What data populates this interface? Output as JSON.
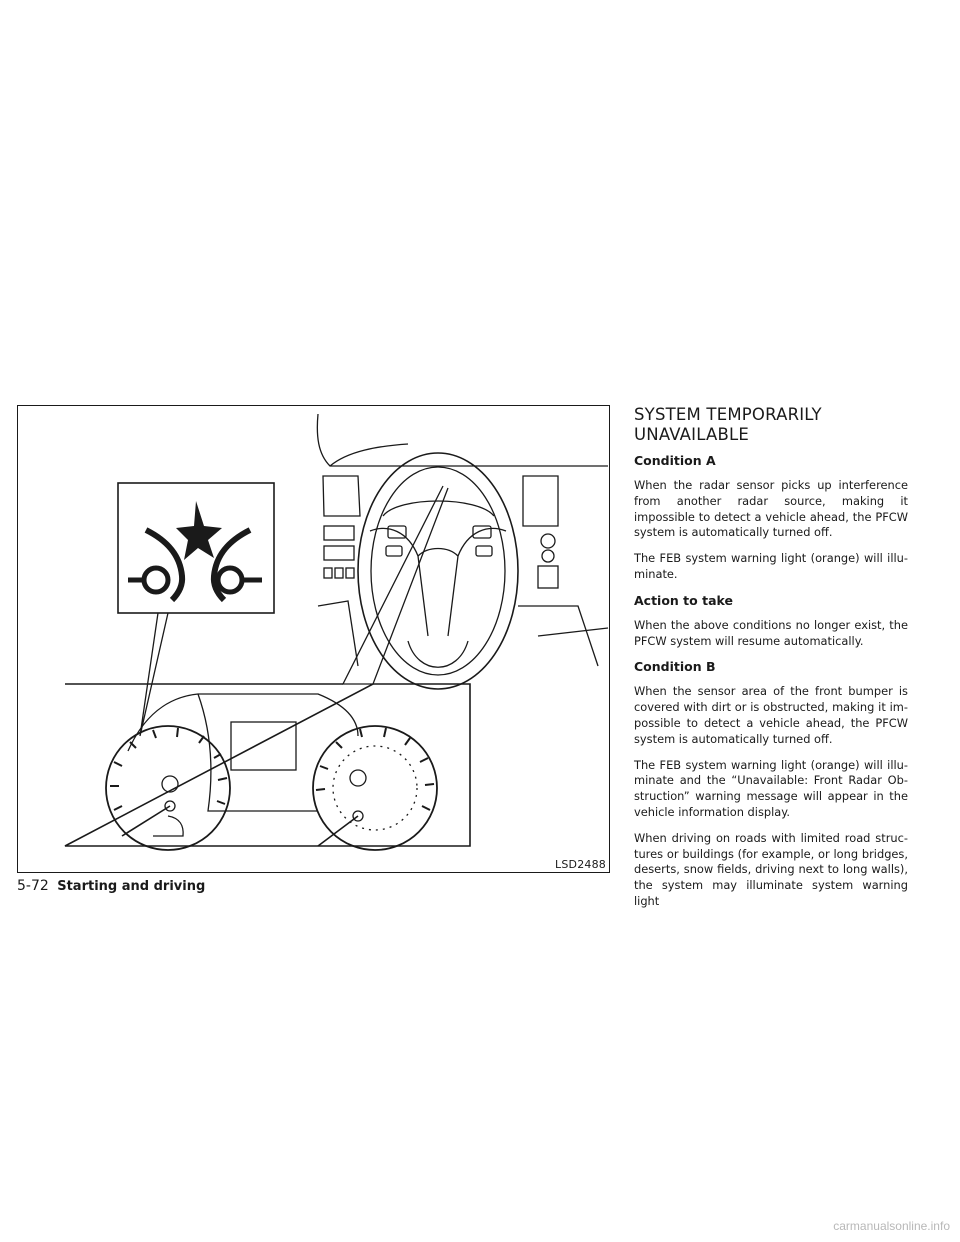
{
  "figure": {
    "code": "LSD2488"
  },
  "section": {
    "title_line1": "SYSTEM TEMPORARILY",
    "title_line2": "UNAVAILABLE"
  },
  "blocks": {
    "cond_a_head": "Condition A",
    "cond_a_p1": "When the radar sensor picks up interference from another radar source, making it impossible to detect a vehicle ahead, the PFCW system is automatically turned off.",
    "cond_a_p2": "The FEB system warning light (orange) will illu-minate.",
    "action_head": "Action to take",
    "action_p1": "When the above conditions no longer exist, the PFCW system will resume automatically.",
    "cond_b_head": "Condition B",
    "cond_b_p1": "When the sensor area of the front bumper is covered with dirt or is obstructed, making it im-possible to detect a vehicle ahead, the PFCW system is automatically turned off.",
    "cond_b_p2": "The FEB system warning light (orange) will illu-minate and the “Unavailable: Front Radar Ob-struction” warning message will appear in the vehicle information display.",
    "cond_b_p3": "When driving on roads with limited road struc-tures or buildings (for example, or long bridges, deserts, snow fields, driving next to long walls), the system may illuminate system warning light"
  },
  "footer": {
    "page": "5-72",
    "chapter": "Starting and driving"
  },
  "watermark": "carmanualsonline.info"
}
